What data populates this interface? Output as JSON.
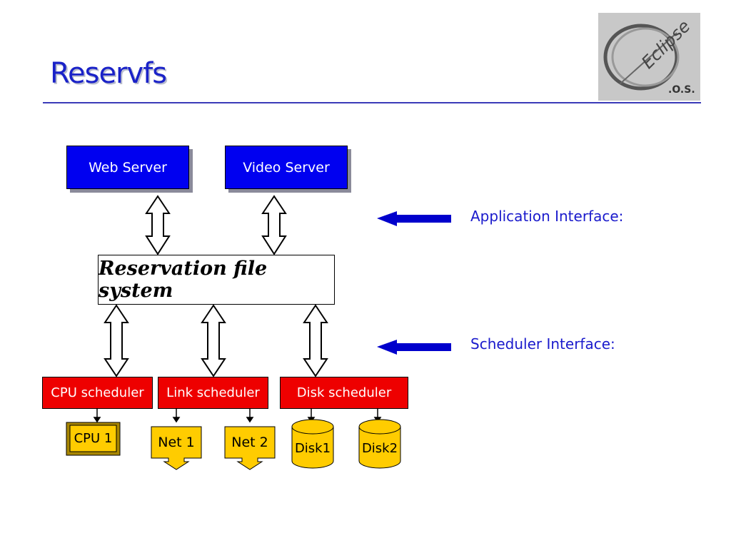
{
  "slide": {
    "title": "Reservfs"
  },
  "logo": {
    "text": "Eclipse",
    "subtext": ".O.S."
  },
  "diagram": {
    "applications": [
      "Web Server",
      "Video Server"
    ],
    "core": "Reservation file system",
    "schedulers": [
      "CPU scheduler",
      "Link scheduler",
      "Disk scheduler"
    ],
    "resources": [
      "CPU 1",
      "Net 1",
      "Net 2",
      "Disk1",
      "Disk2"
    ]
  },
  "interfaces": {
    "application": "Application Interface:",
    "scheduler": "Scheduler Interface:"
  },
  "colors": {
    "title": "#1a22c8",
    "app_box": "#0000f0",
    "scheduler_box": "#ee0000",
    "resource": "#ffcc00",
    "interface_arrow": "#0000cc"
  }
}
